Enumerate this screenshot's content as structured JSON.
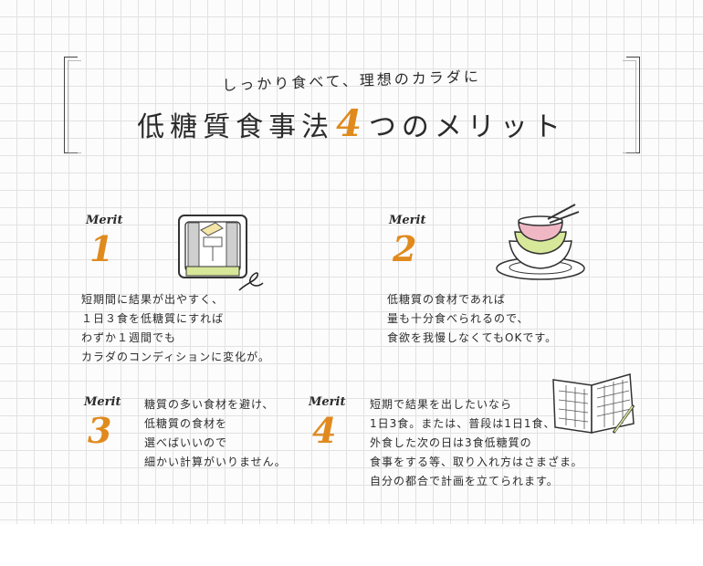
{
  "header": {
    "subtitle": "しっかり食べて、理想のカラダに",
    "title_before": "低糖質食事法",
    "title_number": "4",
    "title_after": "つのメリット"
  },
  "merits": [
    {
      "label": "Merit",
      "number": "1",
      "lines": [
        "短期間に結果が出やすく、",
        "１日３食を低糖質にすれば",
        "わずか１週間でも",
        "カラダのコンディションに変化が。"
      ],
      "illustration": "scale-icon"
    },
    {
      "label": "Merit",
      "number": "2",
      "lines": [
        "低糖質の食材であれば",
        "量も十分食べられるので、",
        "食欲を我慢しなくてもOKです。"
      ],
      "illustration": "bowls-icon"
    },
    {
      "label": "Merit",
      "number": "3",
      "lines": [
        "糖質の多い食材を避け、",
        "低糖質の食材を",
        "選べばいいので",
        "細かい計算がいりません。"
      ]
    },
    {
      "label": "Merit",
      "number": "4",
      "lines": [
        "短期で結果を出したいなら",
        "1日3食。または、普段は1日1食、",
        "外食した次の日は3食低糖質の",
        "食事をする等、取り入れ方はさまざま。",
        "自分の都合で計画を立てられます。"
      ],
      "illustration": "notebook-icon"
    }
  ],
  "colors": {
    "accent": "#e08a1e",
    "grid": "#e2e2e2",
    "ink": "#2b2b2b",
    "lime": "#d8e89a",
    "pink": "#f0b8c4",
    "yellow": "#f3e6a6"
  }
}
